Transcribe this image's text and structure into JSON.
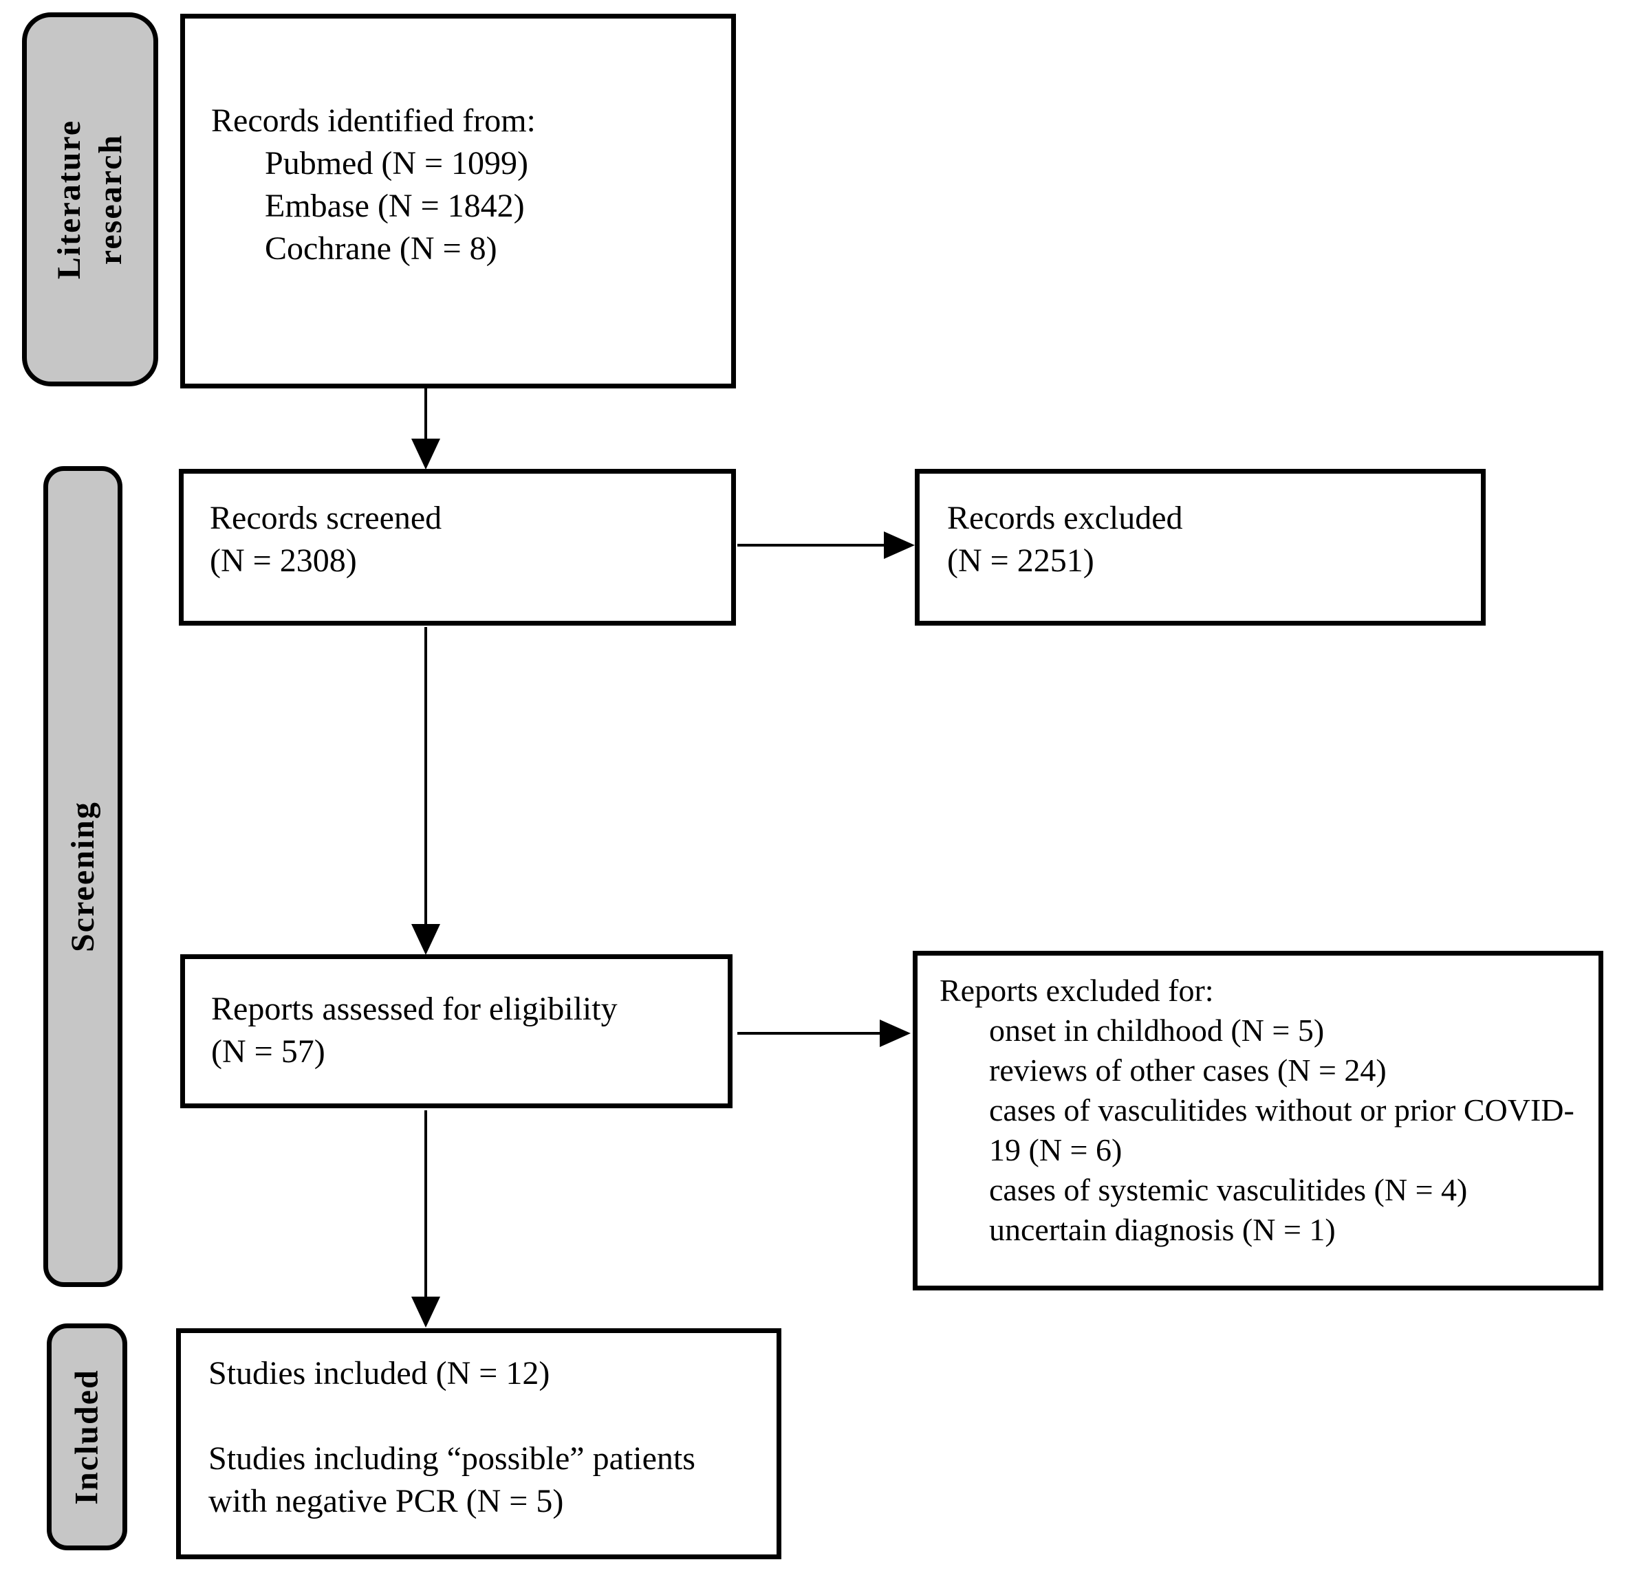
{
  "diagram": {
    "colors": {
      "stage_fill": "#c6c6c6",
      "stage_border": "#000000",
      "box_fill": "#ffffff",
      "box_border": "#000000",
      "arrow": "#000000",
      "text": "#000000",
      "background": "#ffffff"
    },
    "stages": [
      {
        "id": "literature-research",
        "label": "Literature research"
      },
      {
        "id": "screening",
        "label": "Screening"
      },
      {
        "id": "included",
        "label": "Included"
      }
    ],
    "boxes": {
      "identified": {
        "title": "Records identified from:",
        "items": [
          "Pubmed (N = 1099)",
          "Embase (N = 1842)",
          "Cochrane (N = 8)"
        ]
      },
      "screened": {
        "lines": [
          "Records screened",
          "(N = 2308)"
        ]
      },
      "records_excluded": {
        "lines": [
          "Records excluded",
          "(N = 2251)"
        ]
      },
      "assessed": {
        "lines": [
          "Reports assessed for eligibility",
          "(N = 57)"
        ]
      },
      "reports_excluded": {
        "title": "Reports excluded for:",
        "items": [
          "onset in childhood (N = 5)",
          "reviews of other cases (N = 24)",
          "cases of vasculitides without or prior COVID-19 (N = 6)",
          "cases of systemic vasculitides (N = 4)",
          "uncertain diagnosis (N = 1)"
        ]
      },
      "included_studies": {
        "paragraphs": [
          "Studies included (N = 12)",
          "Studies including “possible” patients with negative PCR (N = 5)"
        ]
      }
    }
  }
}
